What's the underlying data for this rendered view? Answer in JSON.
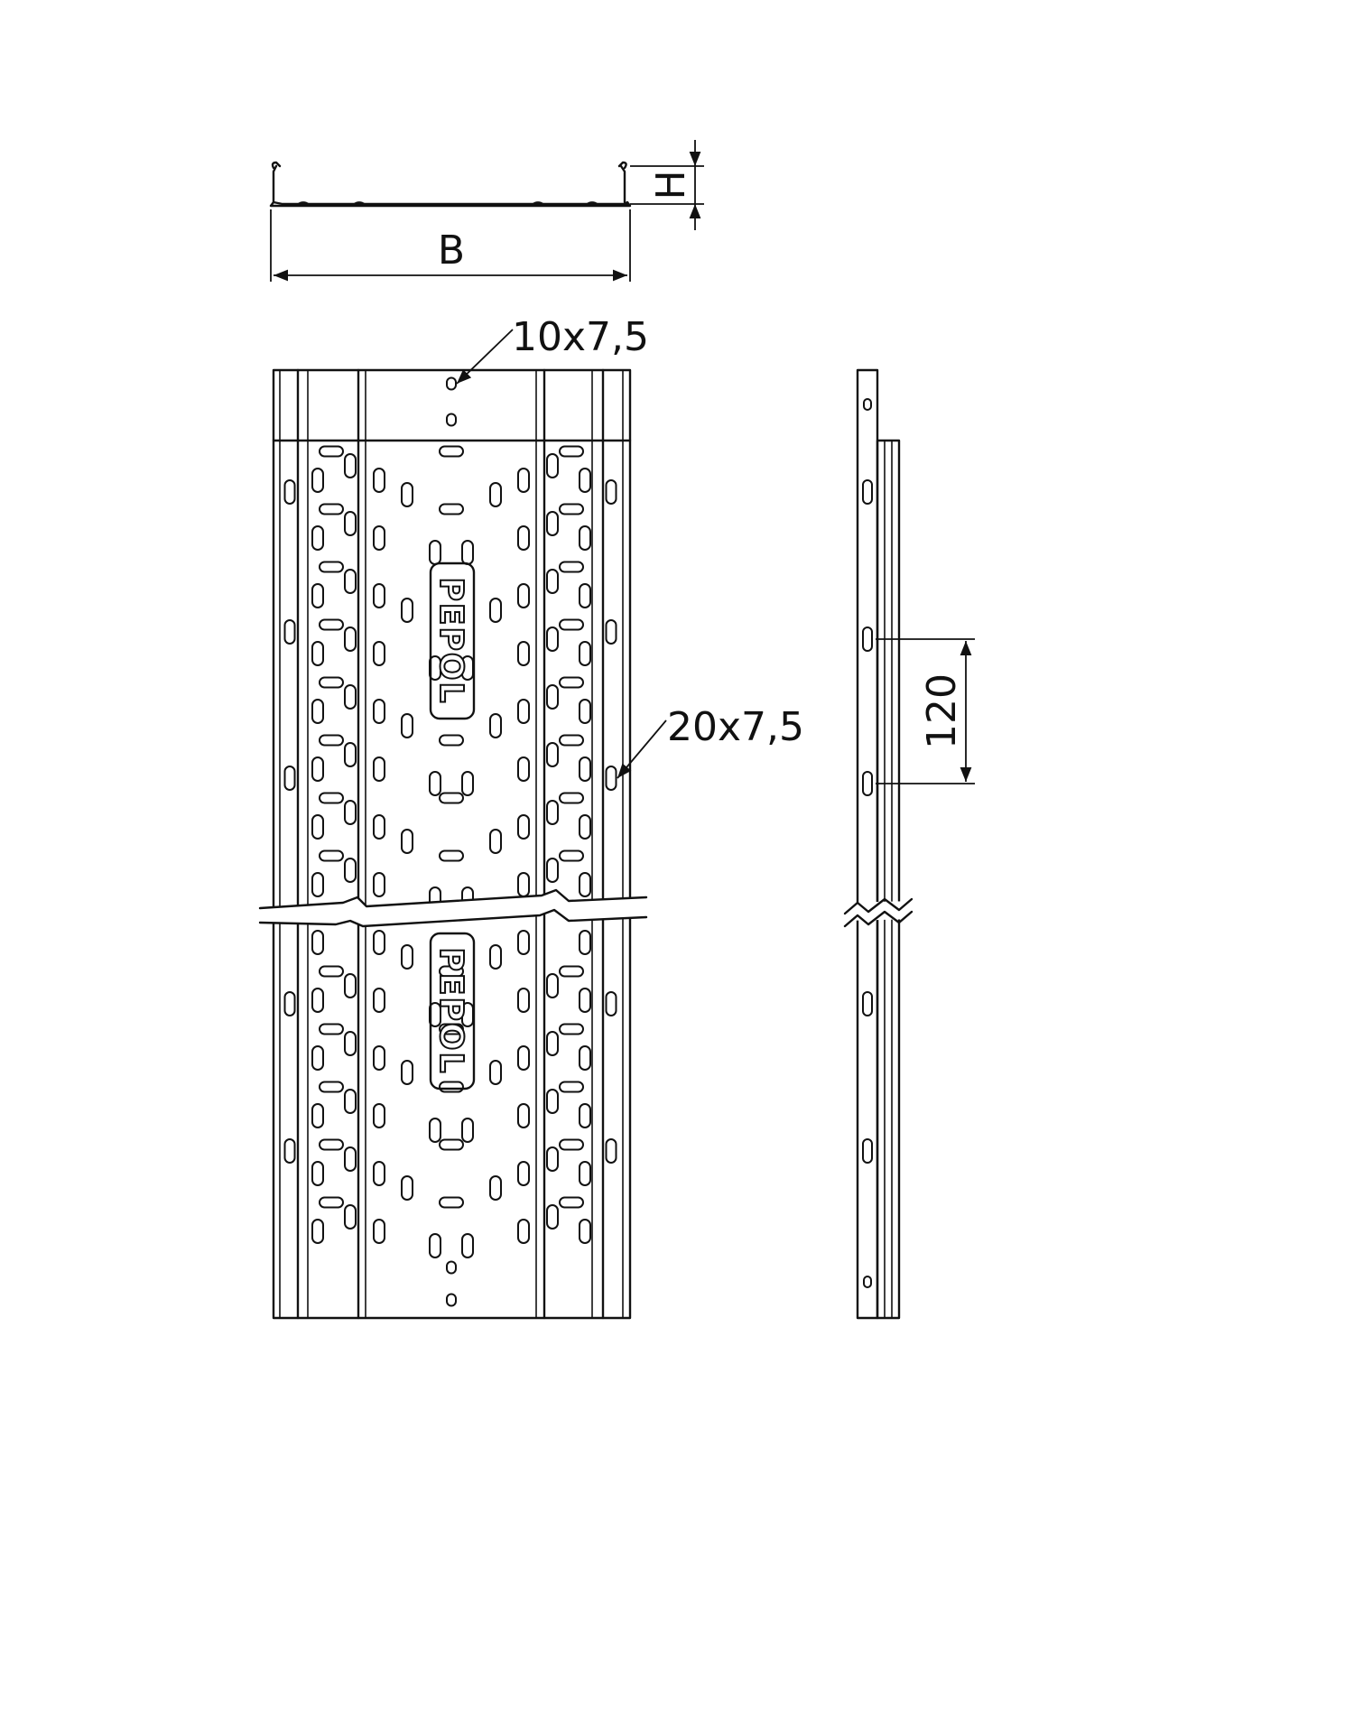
{
  "labels": {
    "height": "H",
    "width": "B",
    "small_hole": "10x7,5",
    "side_hole": "20x7,5",
    "pitch": "120"
  },
  "logo": {
    "text": "PEPOL"
  },
  "colors": {
    "line": "#111111",
    "background": "#ffffff"
  }
}
